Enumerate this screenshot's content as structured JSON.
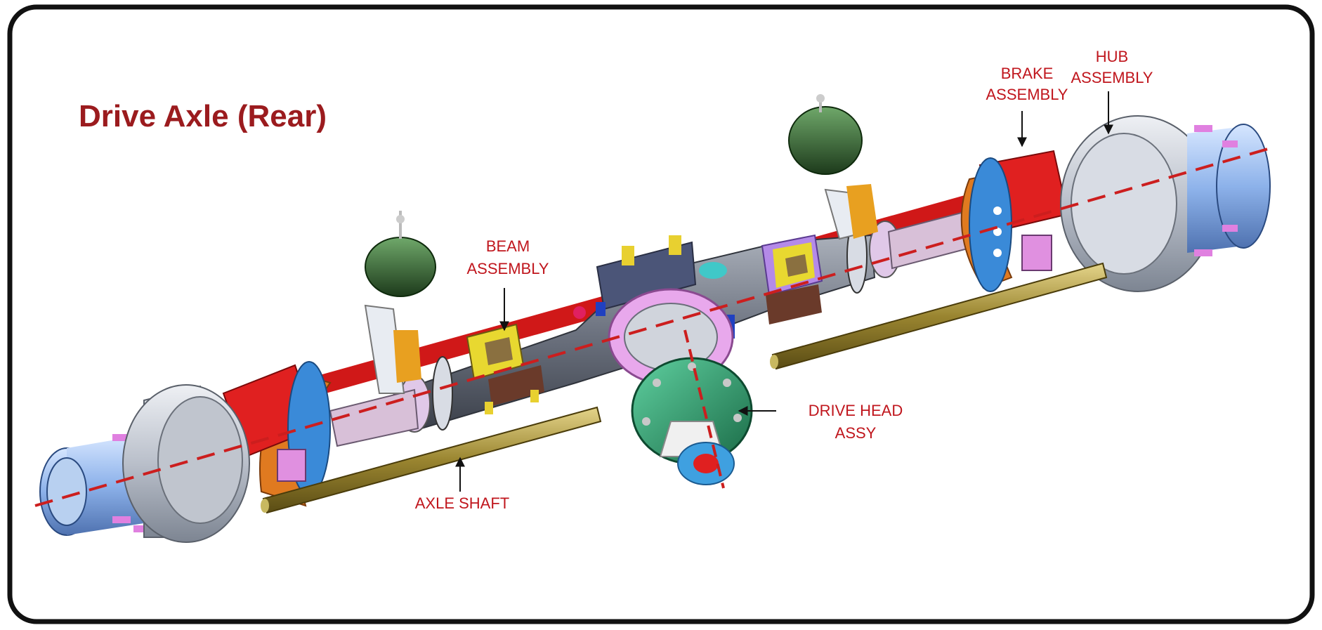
{
  "title": "Drive Axle (Rear)",
  "colors": {
    "title": "#9b1b1e",
    "label": "#c0161d",
    "centerline": "#cc1e1e",
    "shaft": "#8a7a2a",
    "drum": "#c8ccd4",
    "hub": "#8fb4e8",
    "brake": "#e02020",
    "beam": "#6a6e7a",
    "carrier": "#2f8f5f",
    "chamber": "#2f5a2a",
    "pad": "#e0d040",
    "frame": "#111111"
  },
  "labels": {
    "brake_1": "BRAKE",
    "brake_2": "ASSEMBLY",
    "hub_1": "HUB",
    "hub_2": "ASSEMBLY",
    "beam_1": "BEAM",
    "beam_2": "ASSEMBLY",
    "drive_1": "DRIVE HEAD",
    "drive_2": "ASSY",
    "shaft": "AXLE SHAFT"
  }
}
